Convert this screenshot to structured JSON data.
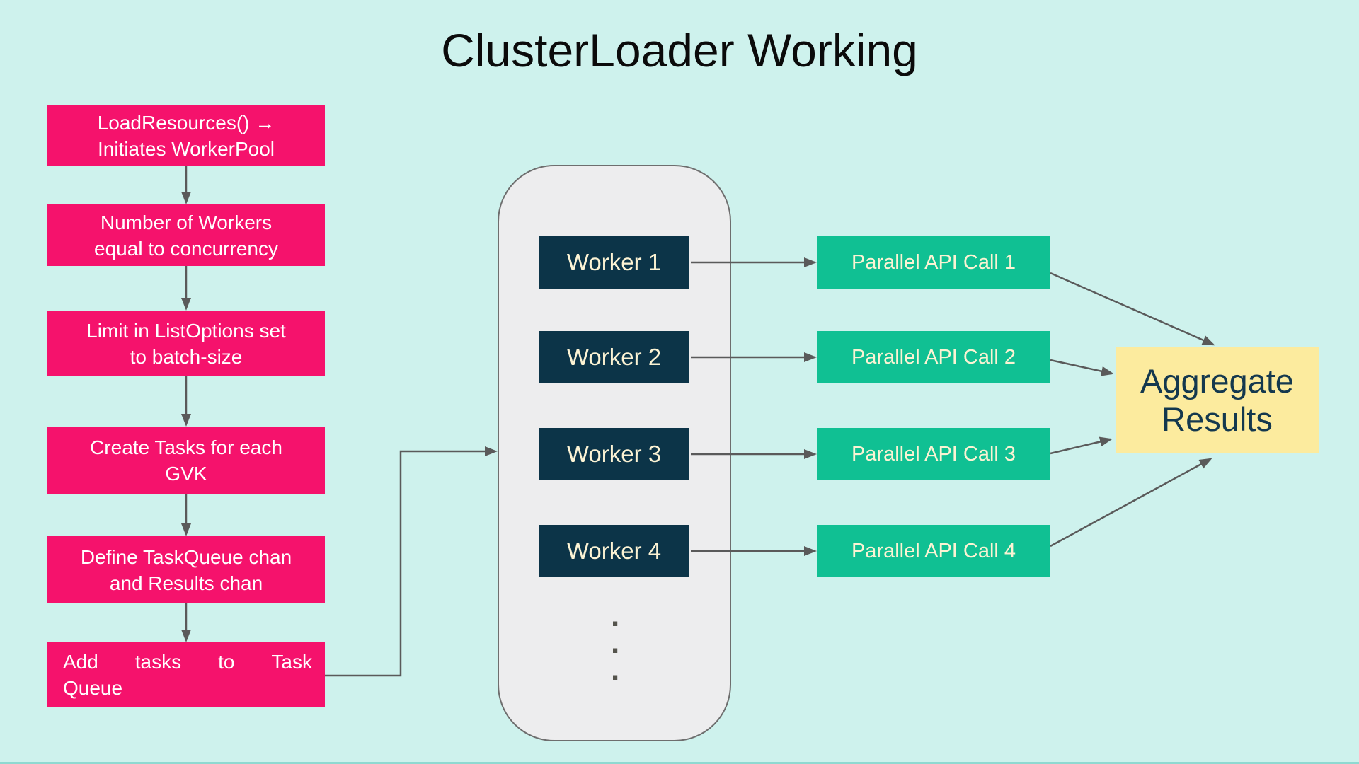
{
  "title": "ClusterLoader Working",
  "colors": {
    "background": "#CEF2ED",
    "step_box": "#F5126C",
    "step_text": "#FFFFFF",
    "worker_box": "#0C3448",
    "worker_text": "#FCF3D4",
    "api_call_box": "#10C093",
    "api_call_text": "#FBF3D3",
    "aggregate_box": "#FCEB9E",
    "aggregate_text": "#14384E",
    "pool_fill": "#EDEDEE",
    "pool_border": "#6E6E6E",
    "arrow": "#5A5A5A"
  },
  "flow_steps": [
    {
      "line1": "LoadResources() →",
      "line2": "Initiates WorkerPool"
    },
    {
      "line1": "Number of Workers",
      "line2": "equal to concurrency"
    },
    {
      "line1": "Limit in ListOptions set",
      "line2": "to batch-size"
    },
    {
      "line1": "Create Tasks for each",
      "line2": "GVK"
    },
    {
      "line1": "Define TaskQueue chan",
      "line2": "and Results chan"
    },
    {
      "words": [
        "Add",
        "tasks",
        "to",
        "Task"
      ],
      "line2": "Queue"
    }
  ],
  "worker_pool": {
    "workers": [
      {
        "label": "Worker 1"
      },
      {
        "label": "Worker 2"
      },
      {
        "label": "Worker 3"
      },
      {
        "label": "Worker 4"
      }
    ],
    "dots": [
      ".",
      ".",
      "."
    ]
  },
  "api_calls": [
    {
      "label": "Parallel API Call 1"
    },
    {
      "label": "Parallel API Call 2"
    },
    {
      "label": "Parallel API Call 3"
    },
    {
      "label": "Parallel API Call 4"
    }
  ],
  "aggregate": {
    "line1": "Aggregate",
    "line2": "Results"
  }
}
